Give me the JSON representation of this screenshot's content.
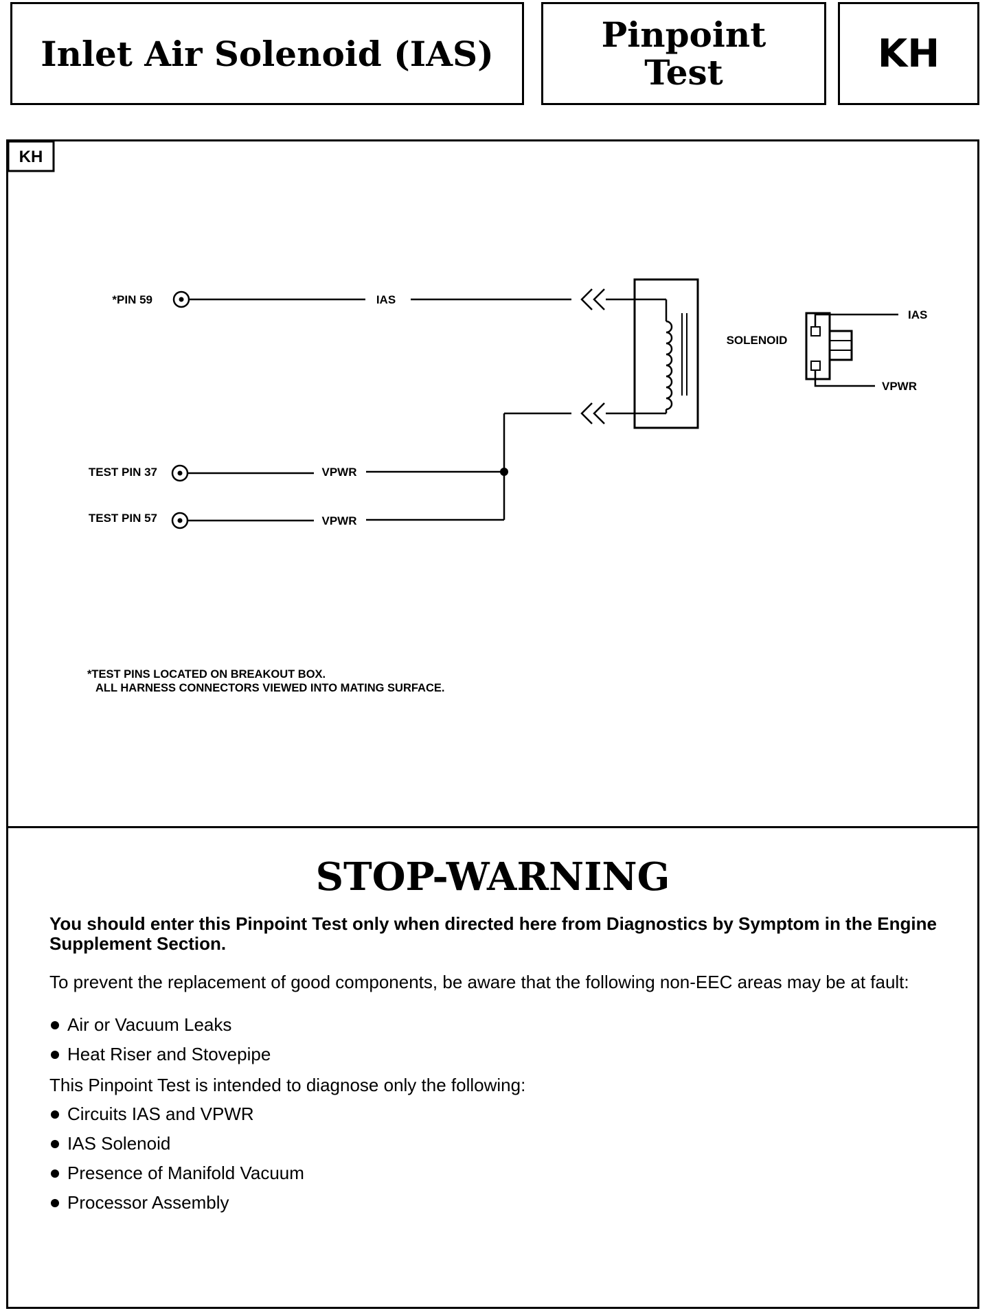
{
  "header": {
    "title": "Inlet Air Solenoid (IAS)",
    "test_line1": "Pinpoint",
    "test_line2": "Test",
    "code": "KH"
  },
  "diagram": {
    "tag": "KH",
    "pins": [
      {
        "label": "*PIN 59",
        "wire": "IAS"
      },
      {
        "label": "TEST PIN 37",
        "wire": "VPWR"
      },
      {
        "label": "TEST PIN 57",
        "wire": "VPWR"
      }
    ],
    "solenoid_label": "SOLENOID",
    "connector_ias": "IAS",
    "connector_vpwr": "VPWR",
    "note_line1": "*TEST PINS LOCATED ON BREAKOUT BOX.",
    "note_line2": "ALL HARNESS CONNECTORS VIEWED INTO MATING SURFACE."
  },
  "warning": {
    "title": "STOP-WARNING",
    "intro": "You should enter this Pinpoint Test only when directed here from Diagnostics by Symptom in the Engine Supplement Section.",
    "prevent": "To prevent the replacement of good components, be aware that the following non-EEC areas may be at fault:",
    "fault_items": [
      "Air or Vacuum Leaks",
      "Heat Riser and Stovepipe"
    ],
    "diagnose": "This Pinpoint Test is intended to diagnose only the following:",
    "diagnose_items": [
      "Circuits IAS and VPWR",
      "IAS Solenoid",
      "Presence of Manifold Vacuum",
      "Processor Assembly"
    ]
  }
}
